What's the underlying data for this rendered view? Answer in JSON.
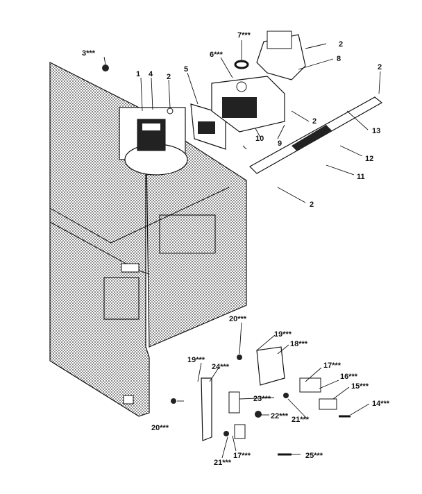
{
  "diagram": {
    "callouts": [
      {
        "id": "c1",
        "text": "1"
      },
      {
        "id": "c2a",
        "text": "2"
      },
      {
        "id": "c2b",
        "text": "2"
      },
      {
        "id": "c2c",
        "text": "2"
      },
      {
        "id": "c2d",
        "text": "2"
      },
      {
        "id": "c2e",
        "text": "2"
      },
      {
        "id": "c3",
        "text": "3***"
      },
      {
        "id": "c4",
        "text": "4"
      },
      {
        "id": "c5",
        "text": "5"
      },
      {
        "id": "c6",
        "text": "6***"
      },
      {
        "id": "c7",
        "text": "7***"
      },
      {
        "id": "c8",
        "text": "8"
      },
      {
        "id": "c9",
        "text": "9"
      },
      {
        "id": "c10",
        "text": "10"
      },
      {
        "id": "c11",
        "text": "11"
      },
      {
        "id": "c12",
        "text": "12"
      },
      {
        "id": "c13",
        "text": "13"
      },
      {
        "id": "c14",
        "text": "14***"
      },
      {
        "id": "c15",
        "text": "15***"
      },
      {
        "id": "c16",
        "text": "16***"
      },
      {
        "id": "c17a",
        "text": "17***"
      },
      {
        "id": "c17b",
        "text": "17***"
      },
      {
        "id": "c18",
        "text": "18***"
      },
      {
        "id": "c19a",
        "text": "19***"
      },
      {
        "id": "c19b",
        "text": "19***"
      },
      {
        "id": "c20a",
        "text": "20***"
      },
      {
        "id": "c20b",
        "text": "20***"
      },
      {
        "id": "c21a",
        "text": "21***"
      },
      {
        "id": "c21b",
        "text": "21***"
      },
      {
        "id": "c22",
        "text": "22***"
      },
      {
        "id": "c23",
        "text": "23***"
      },
      {
        "id": "c24",
        "text": "24***"
      },
      {
        "id": "c25",
        "text": "25***"
      }
    ]
  },
  "colors": {
    "ink": "#111111",
    "panel_dot": "#555555",
    "paper": "#ffffff"
  }
}
